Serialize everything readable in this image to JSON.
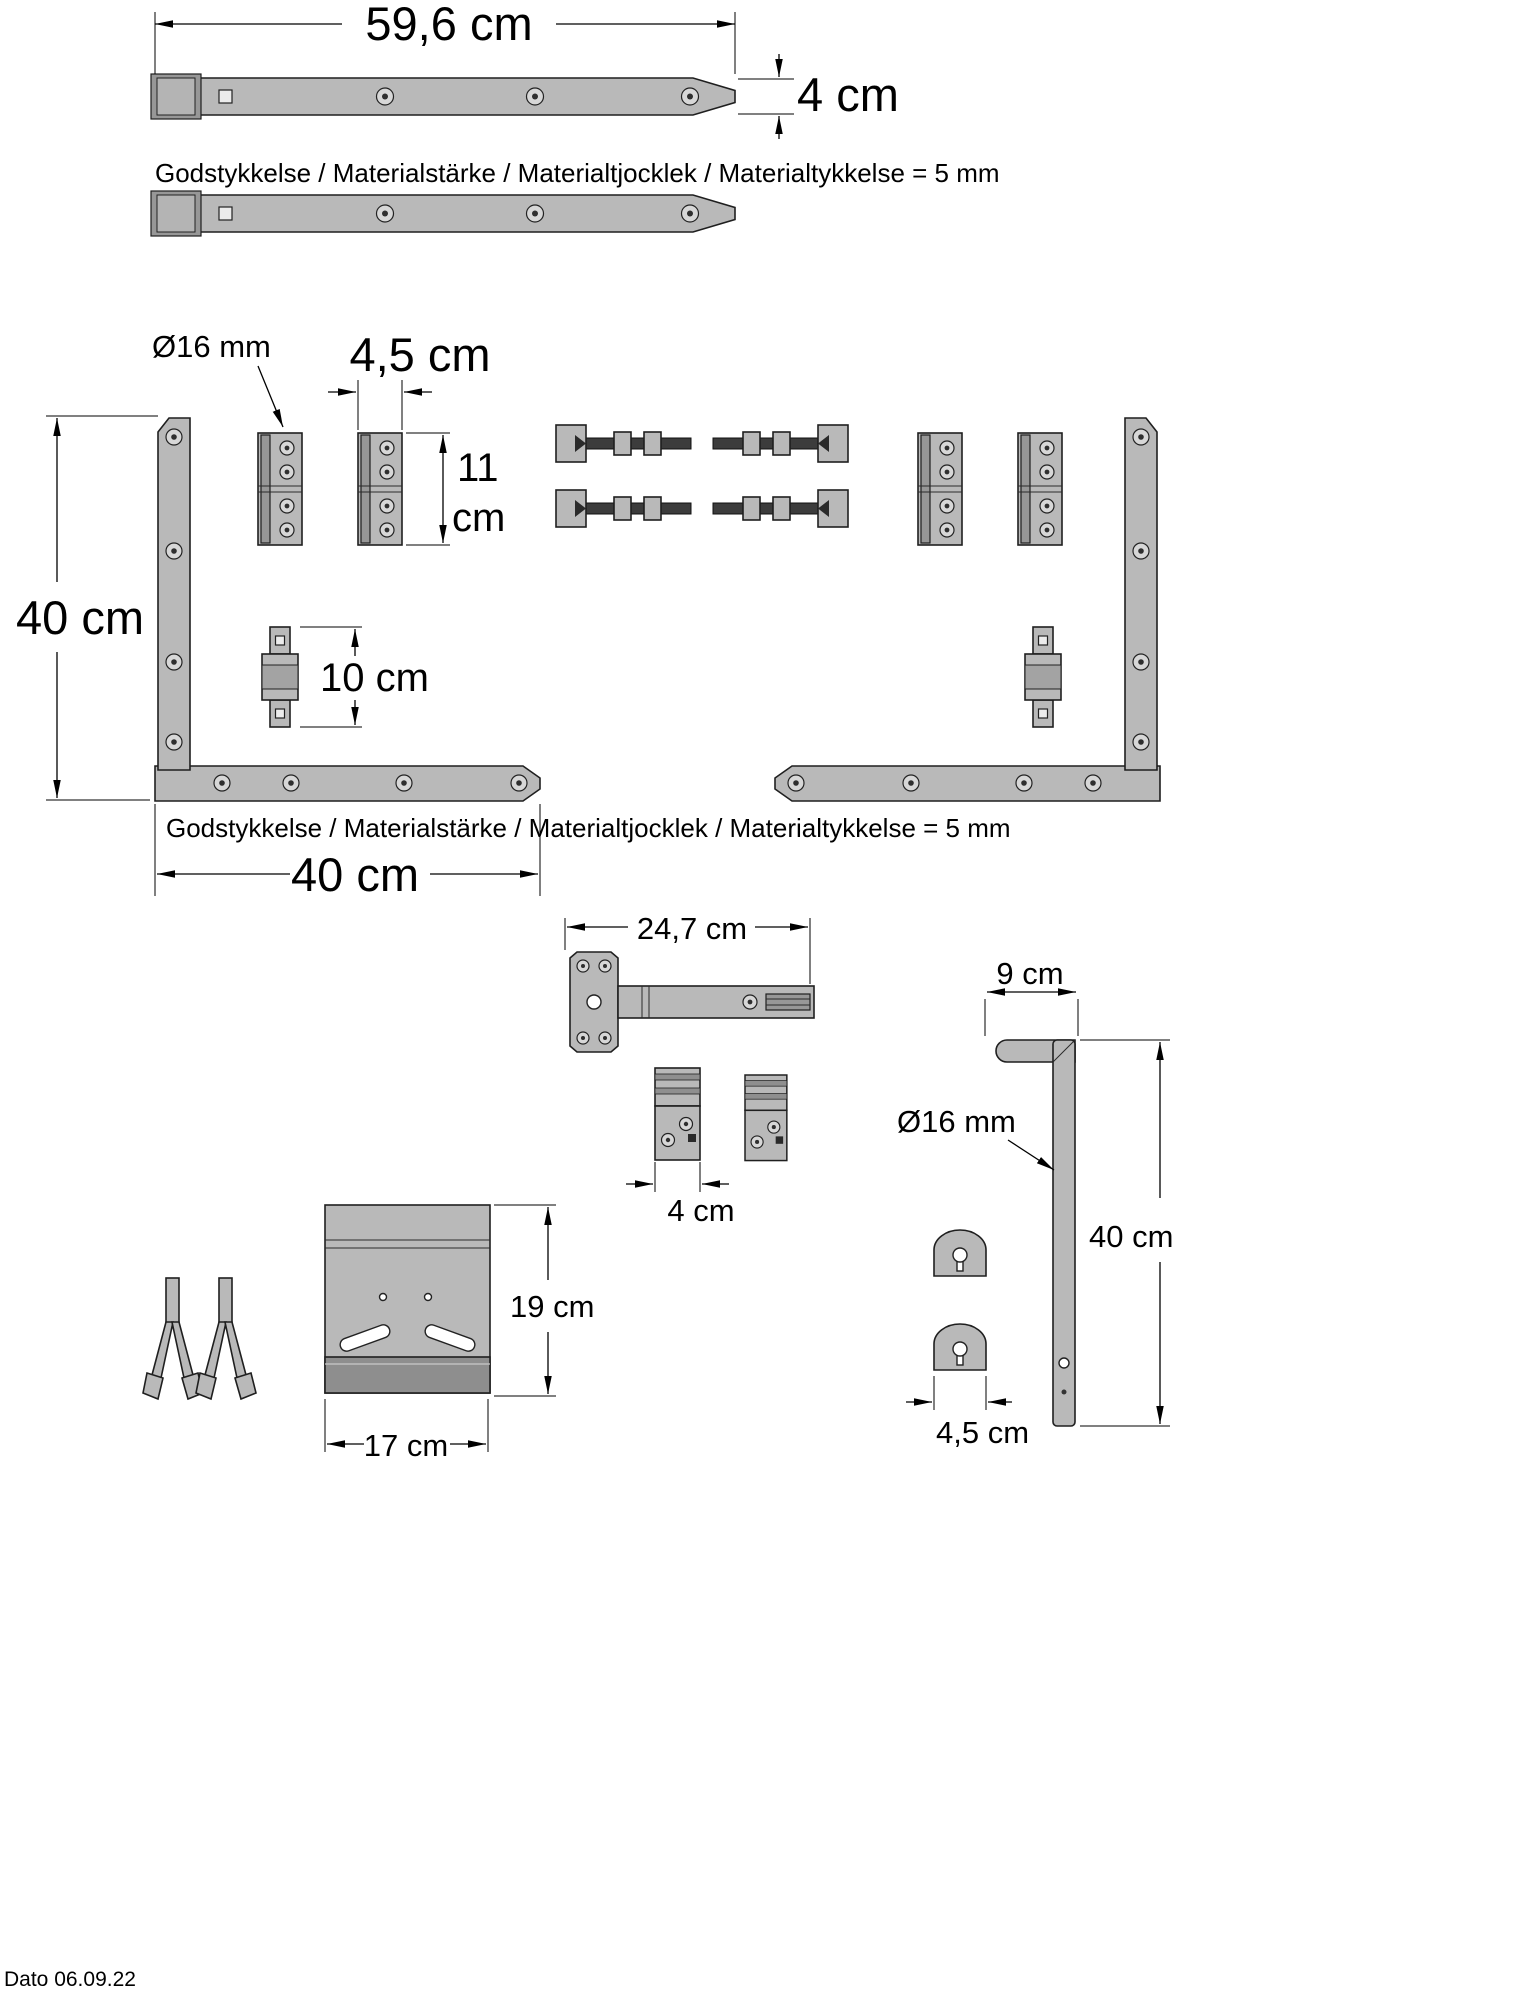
{
  "drawing": {
    "date": "Dato 06.09.22",
    "notes": {
      "thickness_top": "Godstykkelse / Materialstärke / Materialtjocklek / Materialtykkelse = 5 mm",
      "thickness_mid": "Godstykkelse / Materialstärke / Materialtjocklek / Materialtykkelse = 5 mm"
    },
    "dims": {
      "bar_length": "59,6 cm",
      "bar_width": "4 cm",
      "pin_diameter": "Ø16 mm",
      "hinge_width": "4,5 cm",
      "hinge_height_line1": "11",
      "hinge_height_line2": "cm",
      "bracket_vertical": "40 cm",
      "clamp_length": "10 cm",
      "bracket_horizontal": "40 cm",
      "t_hinge_length": "24,7 cm",
      "block_width": "4 cm",
      "rod_top": "9 cm",
      "rod_diameter": "Ø16 mm",
      "rod_length": "40 cm",
      "plate_height": "19 cm",
      "plate_width": "17 cm",
      "keyhole_plate_width": "4,5 cm"
    },
    "colors": {
      "part_gray": "#b9b9b9",
      "dark_gray": "#8e8e8e",
      "line_black": "#000000"
    }
  }
}
